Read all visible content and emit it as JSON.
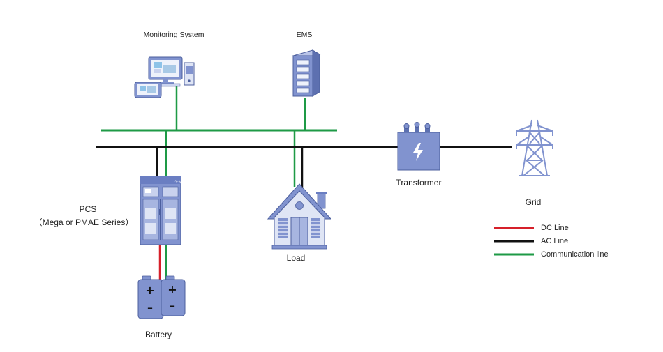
{
  "labels": {
    "monitoring": "Monitoring System",
    "ems": "EMS",
    "transformer": "Transformer",
    "grid": "Grid",
    "pcs_line1": "PCS",
    "pcs_line2": "（Mega or PMAE Series）",
    "load": "Load",
    "battery": "Battery"
  },
  "legend": [
    {
      "label": "DC Line",
      "color": "#d6202a"
    },
    {
      "label": "AC Line",
      "color": "#111111"
    },
    {
      "label": "Communication line",
      "color": "#1e9a46"
    }
  ],
  "colors": {
    "device_fill": "#8193cf",
    "device_stroke": "#4c5f9e",
    "device_light": "#c9d2ee",
    "device_pale": "#dfe5f5"
  }
}
